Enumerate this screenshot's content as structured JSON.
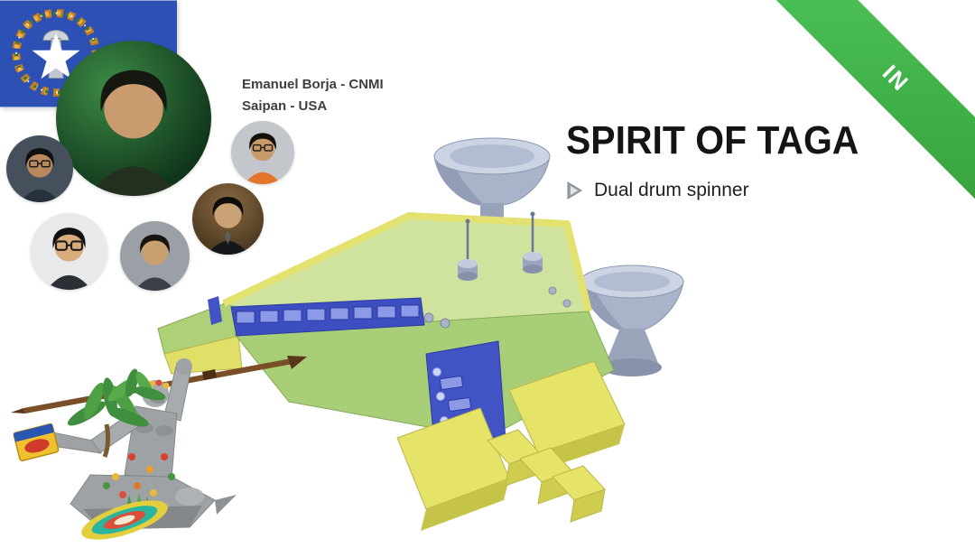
{
  "slide": {
    "background_color": "#ffffff",
    "corner_ribbon": {
      "label": "IN",
      "color": "#3eb045"
    },
    "team_block": {
      "flag_icon": "cnmi-flag",
      "flag_colors": {
        "field": "#2c50b4",
        "star": "#ffffff",
        "latte_stone": "#c2c7cf",
        "wreath": "#c9801f"
      },
      "lead_name_line": "Emanuel Borja - CNMI",
      "location_line": "Saipan - USA",
      "avatars": [
        {
          "icon": "team-lead-photo"
        },
        {
          "icon": "member-photo-1"
        },
        {
          "icon": "member-photo-2"
        },
        {
          "icon": "member-photo-3"
        },
        {
          "icon": "member-photo-4"
        },
        {
          "icon": "member-photo-5"
        }
      ]
    },
    "robot_block": {
      "title": "SPIRIT OF TAGA",
      "features": [
        "Dual drum spinner"
      ],
      "bullet_icon": "play-arrow-icon",
      "render_icon": "dual-drum-spinner-cad-render",
      "palette": {
        "deck_green": "#cfe39e",
        "wedge_green": "#a8cf78",
        "rail_blue": "#3d4fc0",
        "plate_yellow": "#e6e468",
        "drum_gray": "#aeb8cc"
      }
    },
    "bottom_art": {
      "icon": "taga-statue-with-palms"
    }
  }
}
